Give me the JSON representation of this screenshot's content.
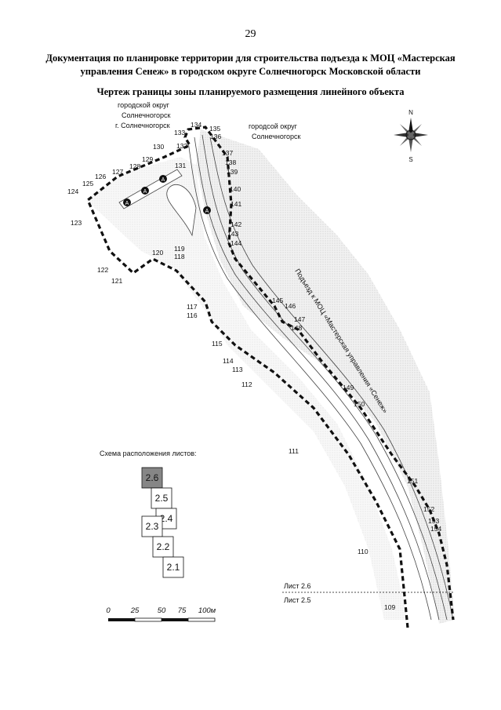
{
  "page_number": "29",
  "document_title_line1": "Документация по планировке территории для строительства подъезда к МОЦ «Мастерская",
  "document_title_line2": "управления Сенеж» в городском округе Солнечногорск Московской области",
  "map_title": "Чертеж границы зоны планируемого размещения линейного объекта",
  "area_labels": {
    "left_line1": "городской округ",
    "left_line2": "Солнечногорск",
    "left_line3": "г. Солнечногорск",
    "right_line1": "городсой округ",
    "right_line2": "Солнечногорск"
  },
  "road_label": "Подъезд к МОЦ «Мастерская управления «Сенеж»",
  "boundary_points": [
    "109",
    "110",
    "111",
    "112",
    "113",
    "114",
    "115",
    "116",
    "117",
    "118",
    "119",
    "120",
    "121",
    "122",
    "123",
    "124",
    "125",
    "126",
    "127",
    "128",
    "129",
    "130",
    "131",
    "132",
    "133",
    "134",
    "135",
    "136",
    "137",
    "138",
    "139",
    "140",
    "141",
    "142",
    "143",
    "144",
    "145",
    "146",
    "147",
    "148",
    "149",
    "150",
    "151",
    "152",
    "153",
    "154"
  ],
  "marker_letter": "А",
  "sheet_scheme": {
    "title": "Схема расположения листов:",
    "sheets": [
      "2.6",
      "2.5",
      "2.4",
      "2.3",
      "2.2",
      "2.1"
    ],
    "current_sheet": "2.6"
  },
  "sheet_divider": {
    "upper": "Лист 2.6",
    "lower": "Лист 2.5"
  },
  "scale_bar": {
    "labels": [
      "0",
      "25",
      "50",
      "75",
      "100м"
    ]
  },
  "north_arrow": {
    "top": "N",
    "bottom": "S"
  }
}
